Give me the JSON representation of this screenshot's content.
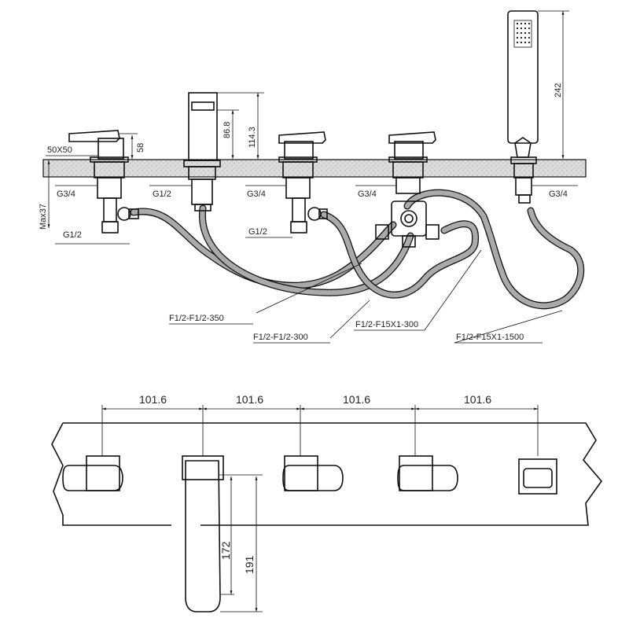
{
  "side_view": {
    "labels": {
      "height_58": "58",
      "plate_50x50": "50X50",
      "height_86_8": "86.8",
      "height_114_3": "114.3",
      "height_242": "242",
      "max37": "Max37",
      "thread_g34_a": "G3/4",
      "thread_g12_a": "G1/2",
      "thread_g34_b": "G3/4",
      "thread_g34_c": "G3/4",
      "thread_g34_d": "G3/4",
      "thread_g12_b": "G1/2",
      "thread_g12_c": "G1/2"
    },
    "hoses": [
      "F1/2-F1/2-350",
      "F1/2-F1/2-300",
      "F1/2-F15X1-300",
      "F1/2-F15X1-1500"
    ]
  },
  "top_view": {
    "spacing": [
      "101.6",
      "101.6",
      "101.6",
      "101.6"
    ],
    "spout_length_172": "172",
    "spout_length_191": "191"
  },
  "colors": {
    "line": "#111111",
    "countertop_fill": "#d8d8d8",
    "hose_braid": "#aaaaaa"
  }
}
